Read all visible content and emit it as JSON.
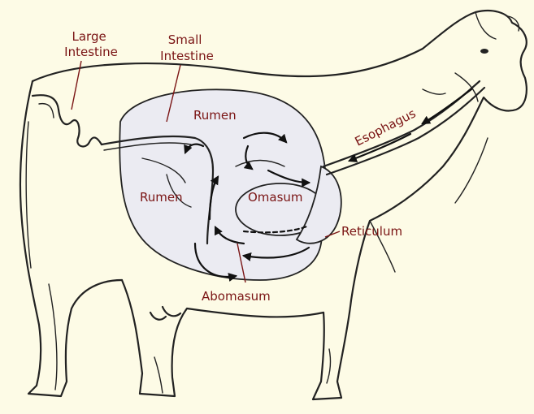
{
  "diagram": {
    "background_color": "#fdfbe6",
    "label_color": "#7a1414",
    "organ_fill_color": "#ebebf2",
    "labels": {
      "large_intestine": [
        "Large",
        "Intestine"
      ],
      "small_intestine": [
        "Small",
        "Intestine"
      ],
      "rumen_top": "Rumen",
      "rumen_left": "Rumen",
      "omasum": "Omasum",
      "reticulum": "Reticulum",
      "esophagus": "Esophagus",
      "abomasum": "Abomasum"
    }
  }
}
